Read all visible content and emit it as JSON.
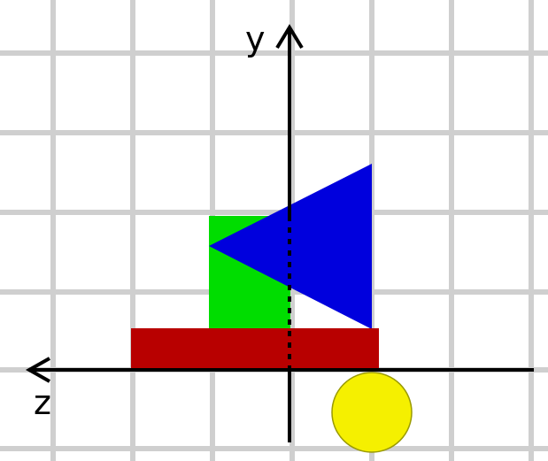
{
  "axes": {
    "vertical_label": "y",
    "horizontal_label": "z"
  },
  "colors": {
    "grid": "#cfcfcf",
    "axis": "#000000",
    "green_rect": "#00dd00",
    "blue_triangle": "#0000dd",
    "red_rect": "#b80000",
    "yellow_circle": "#f5f000",
    "yellow_stroke": "#9a9a00"
  },
  "shapes": [
    {
      "id": "green-rectangle",
      "color_key": "green_rect"
    },
    {
      "id": "blue-triangle",
      "color_key": "blue_triangle"
    },
    {
      "id": "red-rectangle",
      "color_key": "red_rect"
    },
    {
      "id": "yellow-circle",
      "color_key": "yellow_circle"
    }
  ]
}
